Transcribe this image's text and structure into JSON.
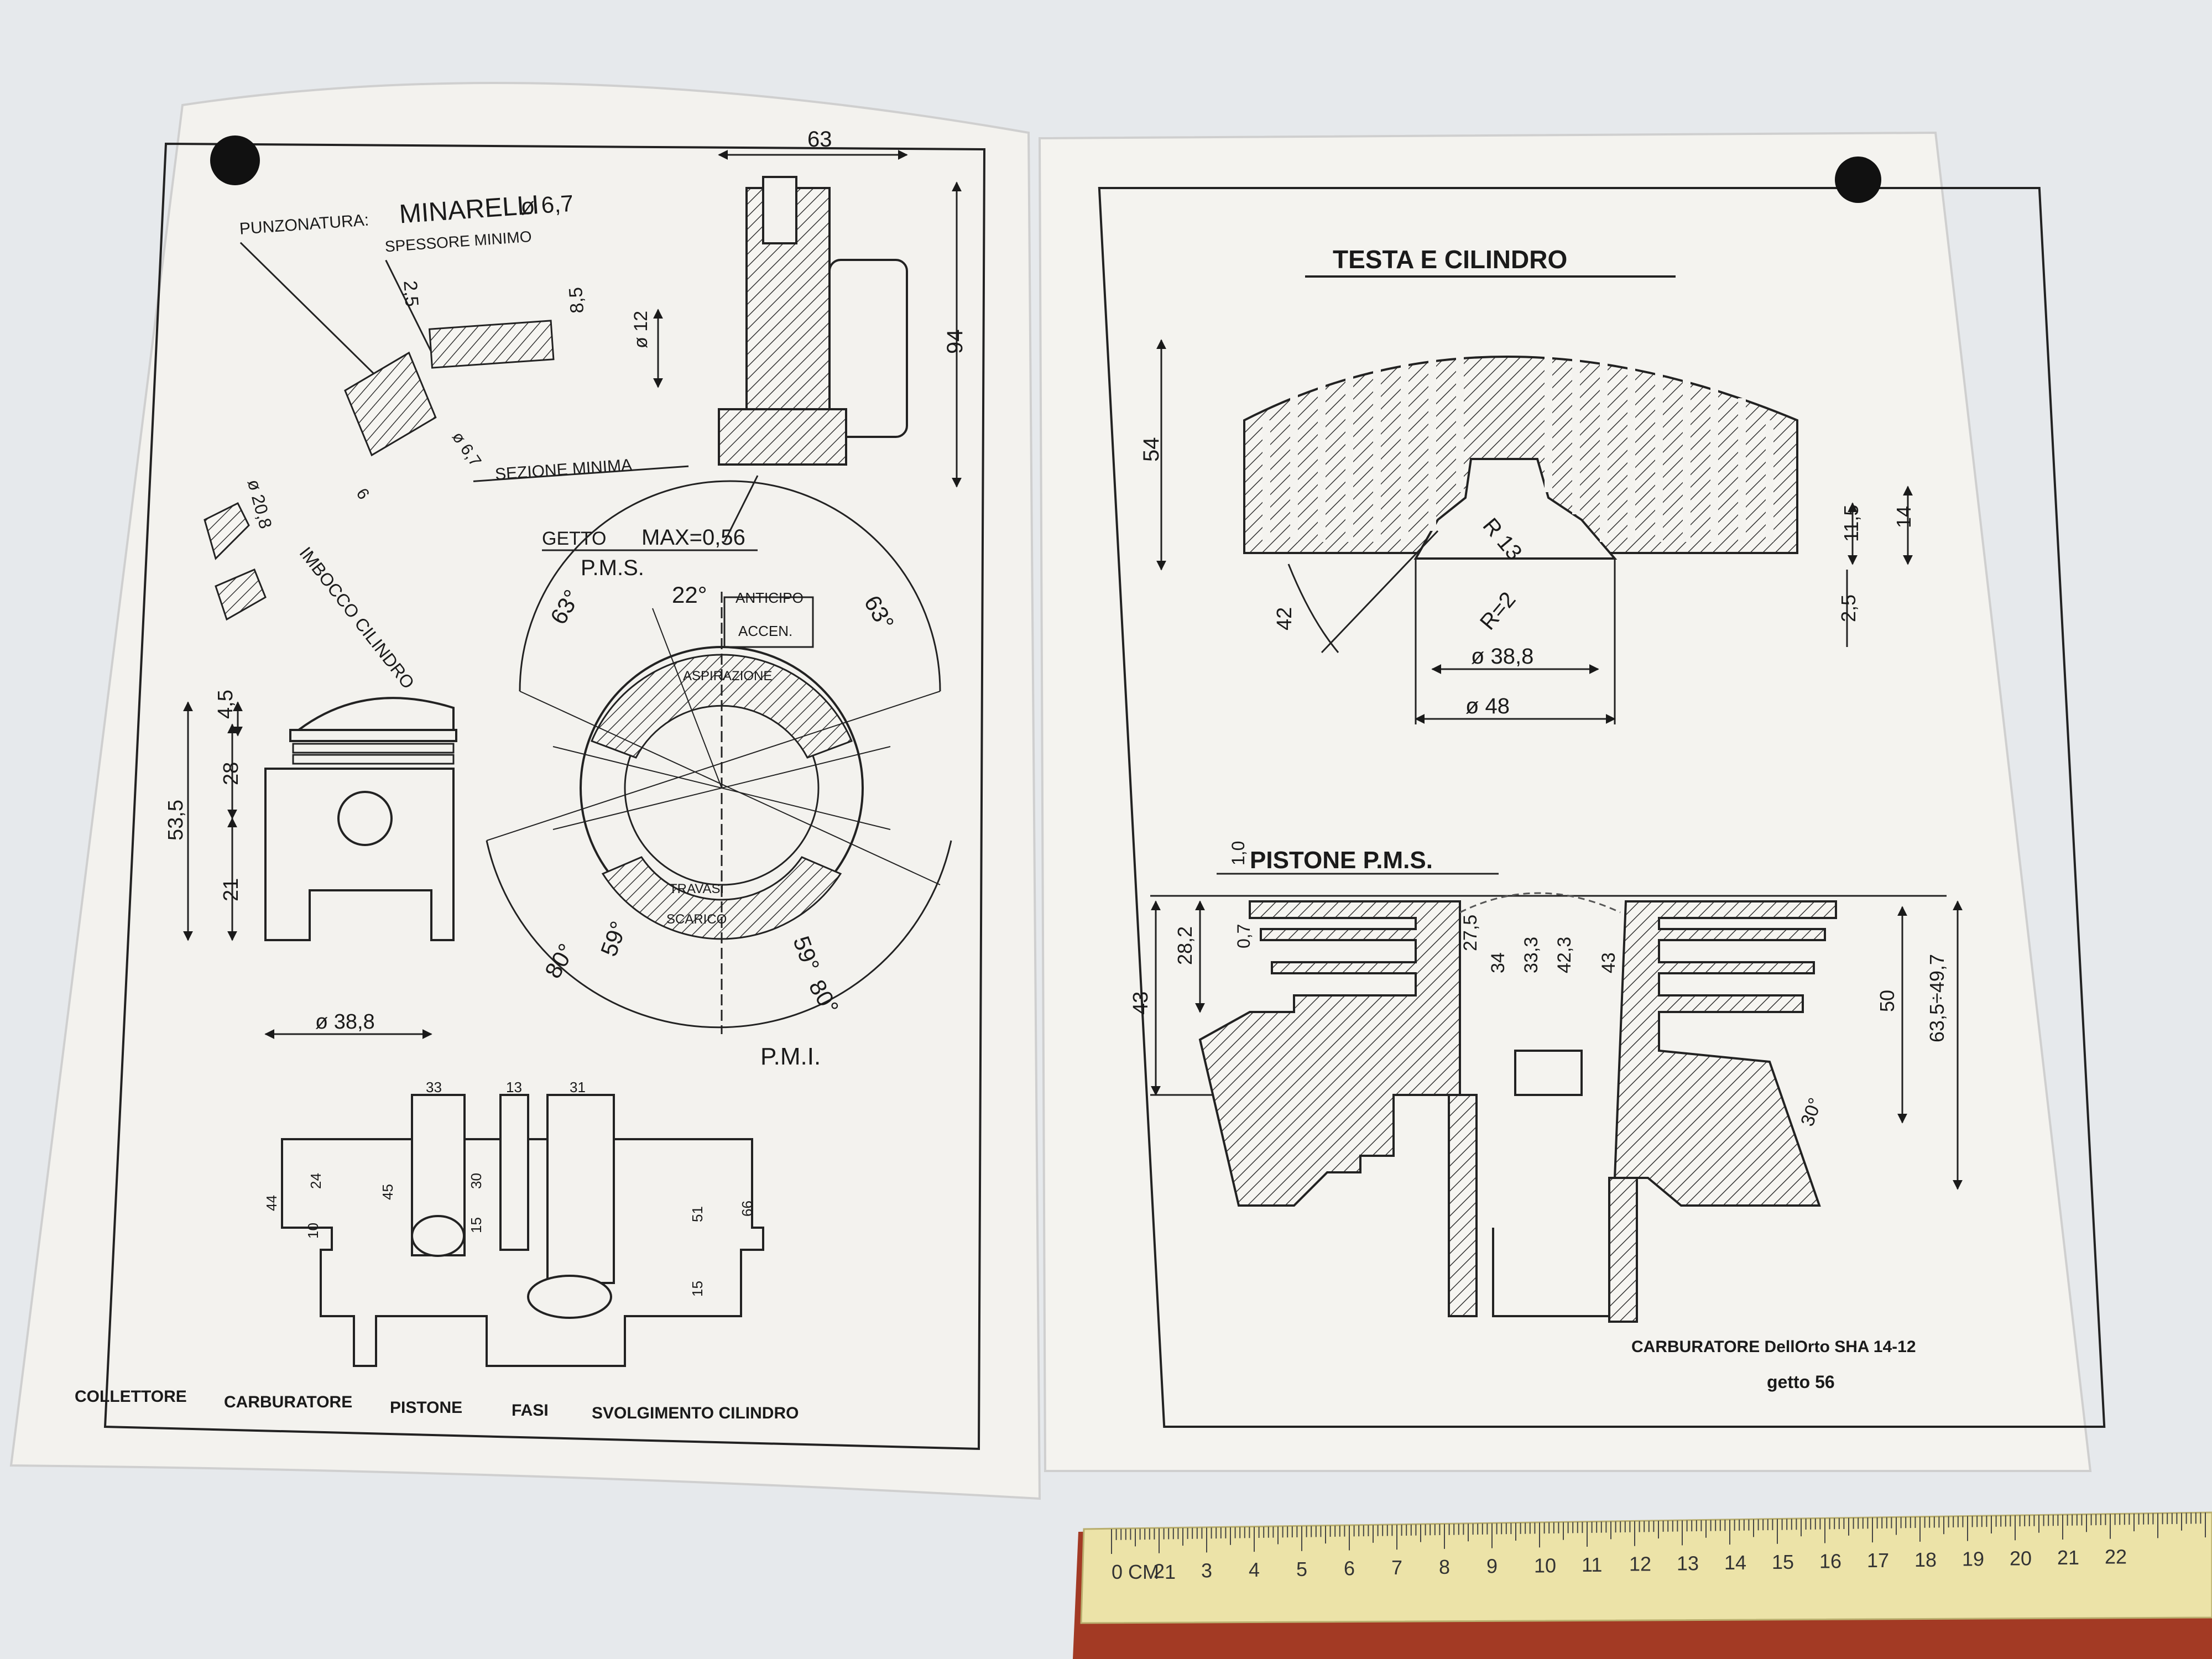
{
  "left_page": {
    "punch_label": "PUNZONATURA:",
    "punch_value": "MINARELLI",
    "punch_dia": "ø 6,7",
    "spessore_label": "SPESSORE MINIMO",
    "sezione_label": "SEZIONE MINIMA",
    "imbocco_label": "IMBOCCO CILINDRO",
    "getto_label": "GETTO",
    "getto_max": "MAX=0,56",
    "pms": "P.M.S.",
    "pmi": "P.M.I.",
    "anticipo": "ANTICIPO",
    "accen": "ACCEN.",
    "aspirazione": "ASPIRAZIONE",
    "travasi": "TRAVASI",
    "scarico": "SCARICO",
    "carb_dims": {
      "d63": "63",
      "d94": "94",
      "d12": "ø 12",
      "d85": "8,5",
      "d25": "2,5",
      "d67": "ø 6,7",
      "d6": "6",
      "d208": "ø 20,8"
    },
    "piston_dims": {
      "d45": "4,5",
      "d28": "28",
      "d535": "53,5",
      "d21": "21",
      "d388": "ø 38,8"
    },
    "fasi_angles": {
      "a22": "22°",
      "a63l": "63°",
      "a63r": "63°",
      "a59l": "59°",
      "a59r": "59°",
      "a80l": "80°",
      "a80r": "80°"
    },
    "unroll_dims": {
      "d33": "33",
      "d13": "13",
      "d31": "31",
      "d44": "44",
      "d24": "24",
      "d10": "10",
      "d45": "45",
      "d30": "30",
      "d15a": "15",
      "d51": "51",
      "d66": "66",
      "d15b": "15"
    },
    "footer": [
      "COLLETTORE",
      "CARBURATORE",
      "PISTONE",
      "FASI",
      "SVOLGIMENTO CILINDRO"
    ]
  },
  "right_page": {
    "title": "TESTA E CILINDRO",
    "head_dims": {
      "d54": "54",
      "d115": "11,5",
      "d14": "14",
      "d25": "2,5",
      "d42": "42",
      "r13": "R 13",
      "r2": "R=2",
      "d388": "ø 38,8",
      "d48": "ø 48"
    },
    "pistone_label": "PISTONE P.M.S.",
    "cyl_dims": {
      "d10": "1,0",
      "d07": "0,7",
      "d282": "28,2",
      "d43a": "43",
      "d275": "27,5",
      "d34": "34",
      "d333": "33,3",
      "d423": "42,3",
      "d43b": "43",
      "d50": "50",
      "d635": "63,5÷49,7",
      "d30": "30°"
    },
    "carb_note": "CARBURATORE DellOrto SHA 14-12",
    "getto_note": "getto 56"
  },
  "ruler": {
    "labels": [
      "0 CM 1",
      "2",
      "3",
      "4",
      "5",
      "6",
      "7",
      "8",
      "9",
      "10",
      "11",
      "12",
      "13",
      "14",
      "15",
      "16",
      "17",
      "18",
      "19",
      "20",
      "21",
      "22"
    ]
  },
  "colors": {
    "paper": "#f3f2ee",
    "ink": "#1a1a1a",
    "ruler": "#ece3a8",
    "ruler_edge": "#a33a24",
    "background": "#e6e9ec"
  }
}
